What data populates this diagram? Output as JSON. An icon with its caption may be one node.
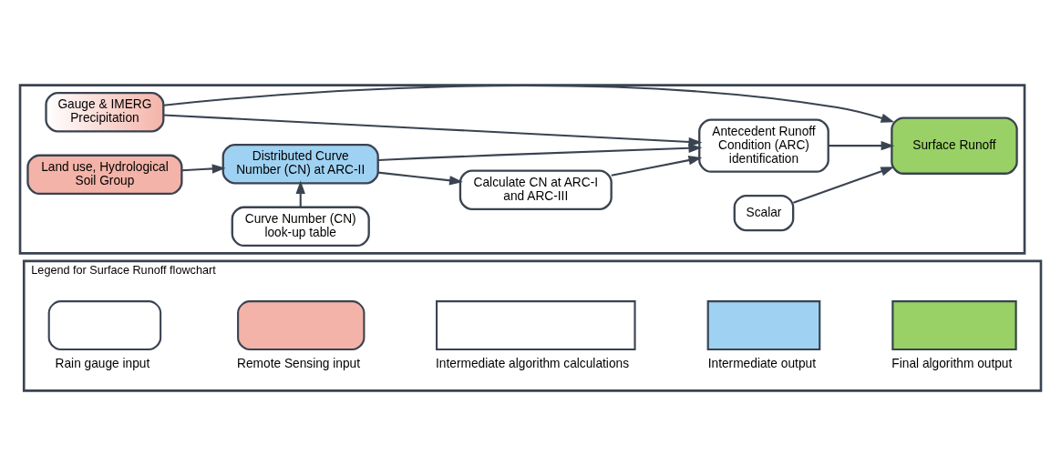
{
  "diagram": {
    "nodes": [
      {
        "text": [],
        "shape": "box"
      },
      {
        "text": [
          "Gauge & IMERG Precipitation"
        ],
        "in": 0
      },
      {
        "text": [
          "Land use, Hydrological Soil Group"
        ],
        "in": 0
      },
      {
        "text": [
          "Distributed Curve Number (CN) at ARC-II"
        ],
        "in": 0
      },
      {
        "text": [
          "Curve Number (CN) look-up table"
        ],
        "in": 0
      },
      {
        "text": [
          "Calculate CN at ARC-I and ARC-III"
        ],
        "in": 0
      },
      {
        "text": [
          "Antecedent Runoff Condition (ARC) identification"
        ],
        "in": 0
      },
      {
        "text": [
          "Scalar"
        ],
        "in": 0
      },
      {
        "text": [
          "Surface Runoff"
        ],
        "in": 0
      },
      {
        "text": [
          "Legend for Surface Runoff flowchart"
        ]
      }
    ],
    "edges": [
      {
        "from": 1,
        "to": 8,
        "arrow": "to"
      },
      {
        "from": 1,
        "to": 6,
        "arrow": "to"
      },
      {
        "from": 2,
        "to": 3,
        "arrow": "to"
      },
      {
        "from": 4,
        "to": 3,
        "arrow": "to"
      },
      {
        "from": 3,
        "to": 6,
        "arrow": "to"
      },
      {
        "from": 3,
        "to": 5,
        "arrow": "to"
      },
      {
        "from": 5,
        "to": 6,
        "arrow": "to"
      },
      {
        "from": 7,
        "to": 8,
        "arrow": "to"
      },
      {
        "from": 6,
        "to": 8,
        "arrow": "to"
      }
    ],
    "legend": [
      {
        "text": "Rain gauge input",
        "color": "#ffffff"
      },
      {
        "text": "Remote Sensing input",
        "color": "#f4b3a8"
      },
      {
        "text": "Intermediate algorithm calculations",
        "color": "#ffffff"
      },
      {
        "text": "Intermediate output",
        "color": "#9fd2f2"
      },
      {
        "text": "Final algorithm output",
        "color": "#99d166"
      }
    ]
  }
}
